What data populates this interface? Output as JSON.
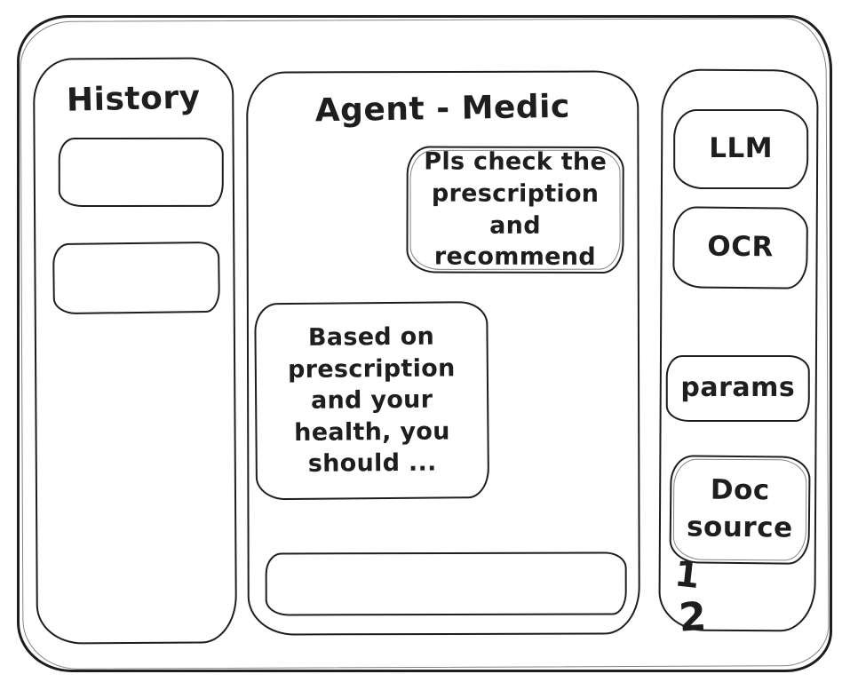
{
  "colors": {
    "stroke": "#1e1e1e",
    "background": "#ffffff"
  },
  "history": {
    "title": "History",
    "items": [
      {
        "label": ""
      },
      {
        "label": ""
      }
    ]
  },
  "chat": {
    "title": "Agent - Medic",
    "messages": [
      {
        "role": "user",
        "text": "Pls check the prescription and recommend"
      },
      {
        "role": "assistant",
        "text": "Based on prescription and your health, you should ..."
      }
    ],
    "input": {
      "value": "",
      "placeholder": ""
    }
  },
  "tools": {
    "buttons": [
      {
        "label": "LLM"
      },
      {
        "label": "OCR"
      },
      {
        "label": "params"
      },
      {
        "label": "Doc source"
      }
    ],
    "annotations": [
      {
        "label": "1"
      },
      {
        "label": "2"
      }
    ]
  }
}
